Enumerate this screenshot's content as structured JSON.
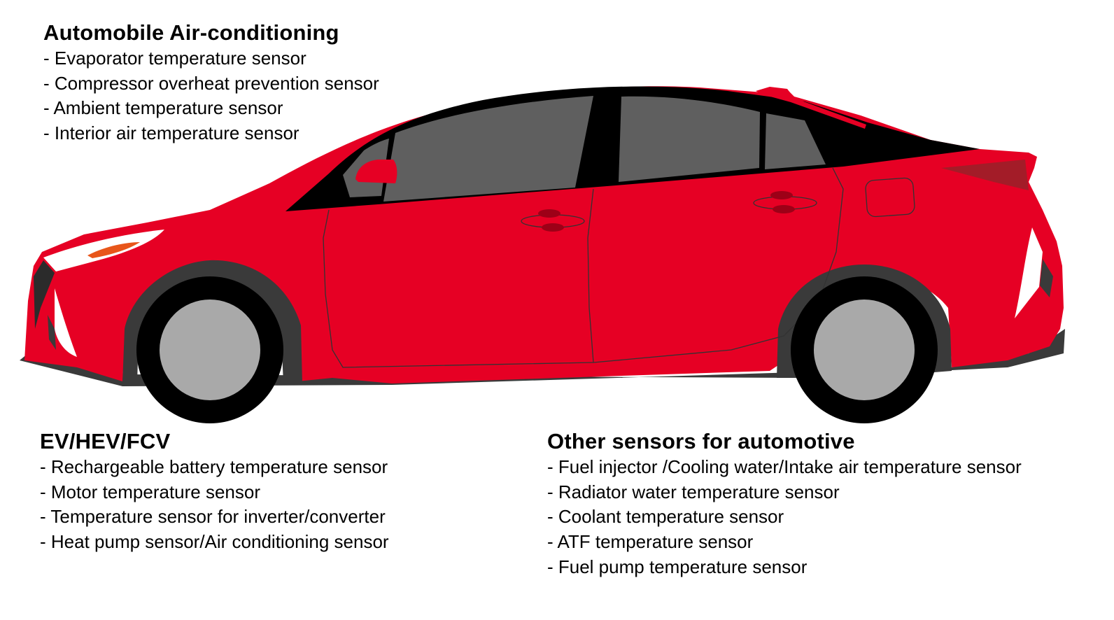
{
  "groups": {
    "air_conditioning": {
      "title": "Automobile Air-conditioning",
      "items": [
        "- Evaporator temperature sensor",
        "- Compressor overheat prevention sensor",
        "- Ambient temperature sensor",
        "- Interior air temperature sensor"
      ]
    },
    "ev": {
      "title": "EV/HEV/FCV",
      "items": [
        "- Rechargeable battery temperature sensor",
        "- Motor temperature sensor",
        "- Temperature sensor for inverter/converter",
        "- Heat pump sensor/Air conditioning sensor"
      ]
    },
    "other": {
      "title": "Other sensors for automotive",
      "items": [
        "- Fuel injector /Cooling water/Intake air temperature sensor",
        "- Radiator water temperature sensor",
        "- Coolant temperature sensor",
        "- ATF temperature sensor",
        "- Fuel pump temperature sensor"
      ]
    }
  },
  "colors": {
    "body": "#e60024",
    "window": "#5f5f5f",
    "tire": "#000000",
    "hub": "#a9a9a9",
    "trim": "#3a3a3a"
  }
}
